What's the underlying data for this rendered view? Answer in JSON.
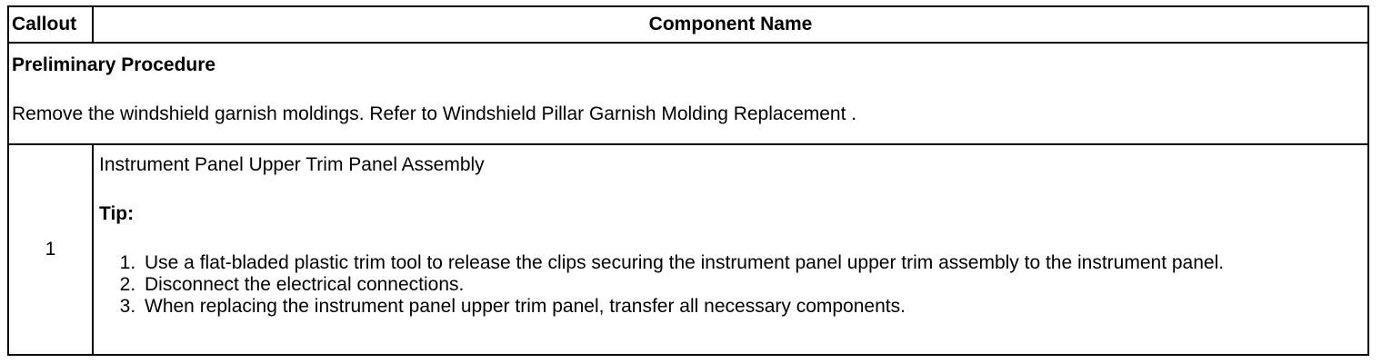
{
  "table": {
    "headers": {
      "callout": "Callout",
      "component_name": "Component Name"
    },
    "preliminary": {
      "title": "Preliminary Procedure",
      "text": "Remove the windshield garnish moldings. Refer to Windshield Pillar Garnish Molding Replacement ."
    },
    "rows": [
      {
        "callout": "1",
        "component": "Instrument Panel Upper Trim Panel Assembly",
        "tip_label": "Tip:",
        "steps": [
          "Use a flat-bladed plastic trim tool to release the clips securing the instrument panel upper trim assembly to the instrument panel.",
          "Disconnect the electrical connections.",
          "When replacing the instrument panel upper trim panel, transfer all necessary components."
        ]
      }
    ]
  }
}
